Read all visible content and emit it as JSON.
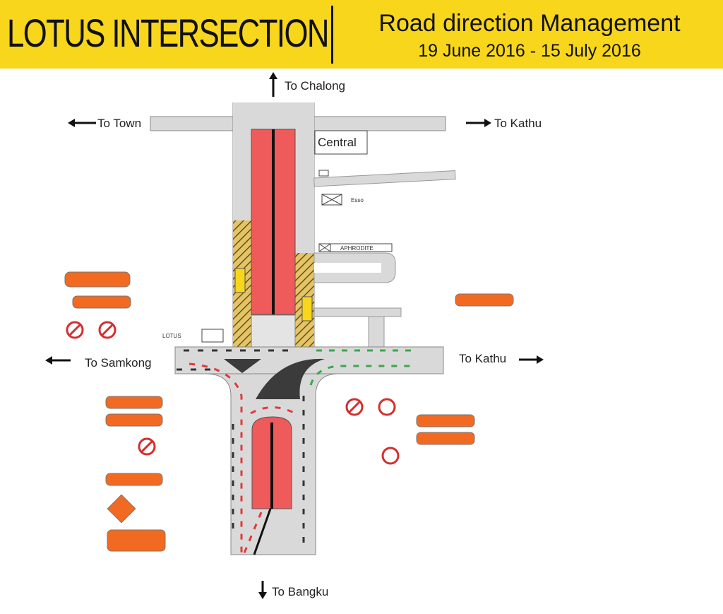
{
  "header": {
    "title": "LOTUS INTERSECTION",
    "subtitle": "Road direction Management",
    "dates": "19 June 2016 - 15 July 2016"
  },
  "directions": {
    "north": "To Chalong",
    "west_top": "To Town",
    "east_top": "To Kathu",
    "west_mid": "To Samkong",
    "east_mid": "To Kathu",
    "south": "To Bangku"
  },
  "landmarks": {
    "central": "Central",
    "esso": "Esso",
    "aphrodite": "APHRODITE",
    "lotus": "LOTUS"
  },
  "colors": {
    "header_bg": "#f7d61c",
    "road": "#d9d9d9",
    "barrier": "#ef5a5a",
    "sign_orange": "#f26a21",
    "hatch": "#c79a2c"
  }
}
